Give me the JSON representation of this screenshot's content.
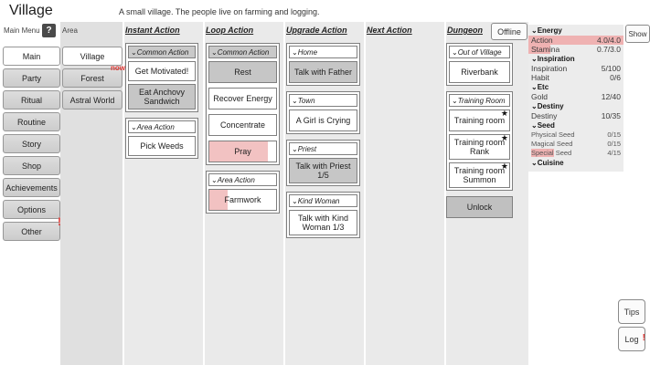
{
  "colors": {
    "accent_red": "#e03430",
    "pink_fill": "#f2c2c2",
    "stat_highlight": "#efb2b2",
    "panel_bg": "#ececec"
  },
  "icons": {
    "chevron": "⌄",
    "star": "★",
    "help": "?",
    "alert": "!"
  },
  "header": {
    "title": "Village",
    "subtitle": "A small village. The people live on farming and logging.",
    "show_button": "Show"
  },
  "main_menu": {
    "label": "Main Menu",
    "items": [
      "Main",
      "Party",
      "Ritual",
      "Routine",
      "Story",
      "Shop",
      "Achievements",
      "Options",
      "Other"
    ],
    "other_badge": "!"
  },
  "area": {
    "label": "Area",
    "items": [
      "Village",
      "Forest",
      "Astral World"
    ],
    "forest_badge": "now"
  },
  "instant": {
    "header": "Instant Action",
    "common": {
      "title": "Common Action",
      "buttons": [
        "Get Motivated!",
        "Eat Anchovy Sandwich"
      ]
    },
    "area": {
      "title": "Area Action",
      "buttons": [
        "Pick Weeds"
      ]
    }
  },
  "loop": {
    "header": "Loop Action",
    "common": {
      "title": "Common Action",
      "buttons": [
        "Rest",
        "Recover Energy",
        "Concentrate",
        "Pray"
      ],
      "pray_progress": "87%"
    },
    "area": {
      "title": "Area Action",
      "buttons": [
        "Farmwork"
      ],
      "farmwork_progress": "28%"
    }
  },
  "upgrade": {
    "header": "Upgrade Action",
    "groups": [
      {
        "title": "Home",
        "button": "Talk with Father"
      },
      {
        "title": "Town",
        "button": "A Girl is Crying"
      },
      {
        "title": "Priest",
        "button": "Talk with Priest 1/5"
      },
      {
        "title": "Kind Woman",
        "button": "Talk with Kind Woman 1/3"
      }
    ]
  },
  "next": {
    "header": "Next Action"
  },
  "dungeon": {
    "header": "Dungeon",
    "offline_button": "Offline",
    "out_of_village": {
      "title": "Out of Village",
      "buttons": [
        "Riverbank"
      ]
    },
    "training_room": {
      "title": "Training Room",
      "buttons": [
        "Training room",
        "Training room Rank",
        "Training room Summon"
      ]
    },
    "unlock_button": "Unlock"
  },
  "stats": {
    "sections": [
      {
        "title": "Energy",
        "rows": [
          {
            "label": "Action",
            "value": "4.0/4.0",
            "fill": "100%"
          },
          {
            "label": "Stamina",
            "value": "0.7/3.0",
            "fill": "23%"
          }
        ]
      },
      {
        "title": "Inspiration",
        "rows": [
          {
            "label": "Inspiration",
            "value": "5/100"
          },
          {
            "label": "Habit",
            "value": "0/6"
          }
        ]
      },
      {
        "title": "Etc",
        "rows": [
          {
            "label": "Gold",
            "value": "12/40"
          }
        ]
      },
      {
        "title": "Destiny",
        "rows": [
          {
            "label": "Destiny",
            "value": "10/35"
          }
        ]
      },
      {
        "title": "Seed",
        "rows": [
          {
            "label": "Physical Seed",
            "value": "0/15"
          },
          {
            "label": "Magical Seed",
            "value": "0/15"
          },
          {
            "label_highlight": "Special",
            "label_rest": " Seed",
            "value": "4/15"
          }
        ]
      },
      {
        "title": "Cuisine",
        "rows": []
      }
    ]
  },
  "footer": {
    "tips_button": "Tips",
    "log_button": "Log",
    "log_badge": "!"
  }
}
